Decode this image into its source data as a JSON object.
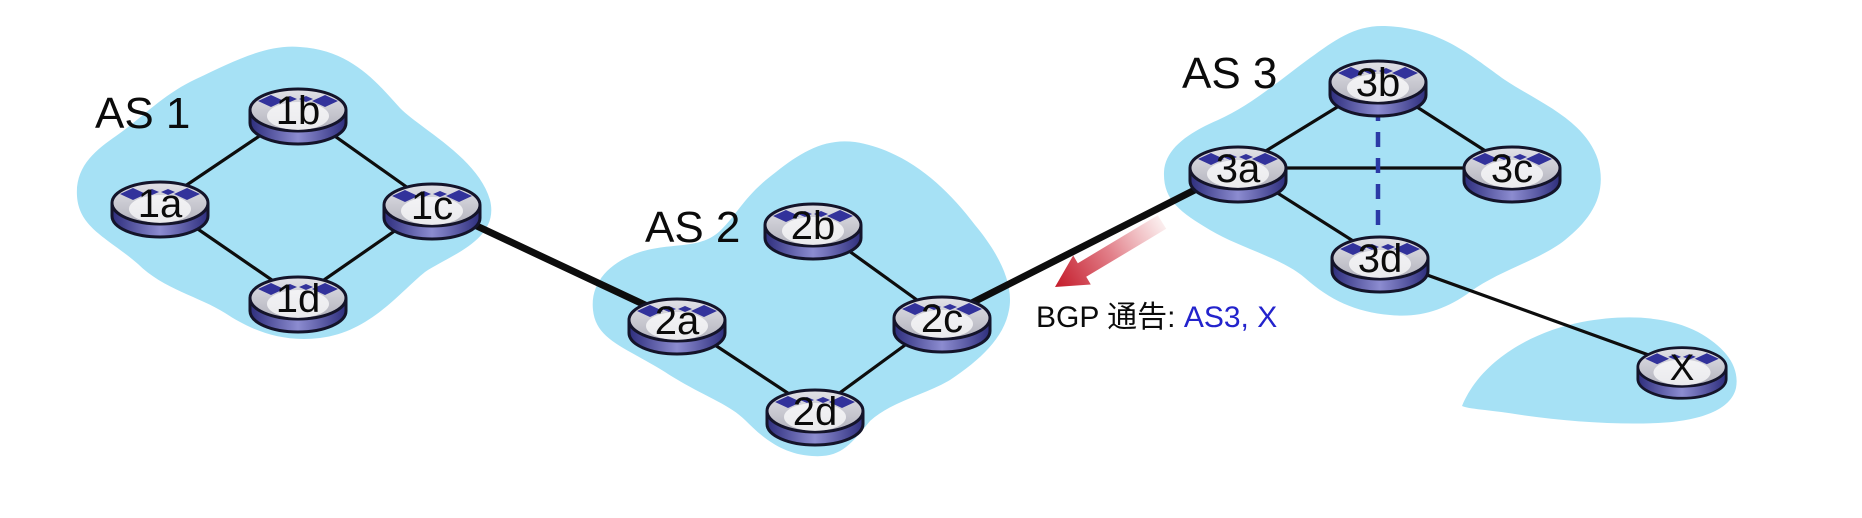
{
  "annotation": {
    "black_part": "BGP 通告: ",
    "blue_part": "AS3, X"
  },
  "as_labels": {
    "as1": "AS 1",
    "as2": "AS 2",
    "as3": "AS 3"
  },
  "nodes": {
    "r1a": {
      "label": "1a"
    },
    "r1b": {
      "label": "1b"
    },
    "r1c": {
      "label": "1c"
    },
    "r1d": {
      "label": "1d"
    },
    "r2a": {
      "label": "2a"
    },
    "r2b": {
      "label": "2b"
    },
    "r2c": {
      "label": "2c"
    },
    "r2d": {
      "label": "2d"
    },
    "r3a": {
      "label": "3a"
    },
    "r3b": {
      "label": "3b"
    },
    "r3c": {
      "label": "3c"
    },
    "r3d": {
      "label": "3d"
    },
    "rx": {
      "label": "X"
    }
  },
  "topology": {
    "as1_members": [
      "1a",
      "1b",
      "1c",
      "1d"
    ],
    "as2_members": [
      "2a",
      "2b",
      "2c",
      "2d"
    ],
    "as3_members": [
      "3a",
      "3b",
      "3c",
      "3d"
    ],
    "external_nodes": [
      "X"
    ],
    "links": [
      {
        "from": "1a",
        "to": "1b",
        "type": "intra-as"
      },
      {
        "from": "1b",
        "to": "1c",
        "type": "intra-as"
      },
      {
        "from": "1a",
        "to": "1d",
        "type": "intra-as"
      },
      {
        "from": "1d",
        "to": "1c",
        "type": "intra-as"
      },
      {
        "from": "1c",
        "to": "2a",
        "type": "inter-as-thick"
      },
      {
        "from": "2b",
        "to": "2c",
        "type": "intra-as"
      },
      {
        "from": "2a",
        "to": "2d",
        "type": "intra-as"
      },
      {
        "from": "2d",
        "to": "2c",
        "type": "intra-as"
      },
      {
        "from": "2c",
        "to": "3a",
        "type": "inter-as-thick"
      },
      {
        "from": "3a",
        "to": "3b",
        "type": "intra-as"
      },
      {
        "from": "3b",
        "to": "3c",
        "type": "intra-as"
      },
      {
        "from": "3a",
        "to": "3c",
        "type": "intra-as"
      },
      {
        "from": "3a",
        "to": "3d",
        "type": "intra-as"
      },
      {
        "from": "3b",
        "to": "3d",
        "type": "dashed-ibgp"
      },
      {
        "from": "3d",
        "to": "X",
        "type": "inter-as"
      }
    ],
    "arrow": {
      "meaning": "BGP advertisement sent from 3a toward 2c",
      "direction": "down-left"
    }
  },
  "colors": {
    "as_region_fill": "#a6e1f5",
    "as_label_text": "#21218e",
    "announcement_blue": "#2323cc",
    "link": "#0d0d0d",
    "ibgp_dashed": "#2b3aa6",
    "arrow_tail": "#fbeeee",
    "arrow_mid": "#e2808a",
    "arrow_head": "#c51f2e"
  }
}
